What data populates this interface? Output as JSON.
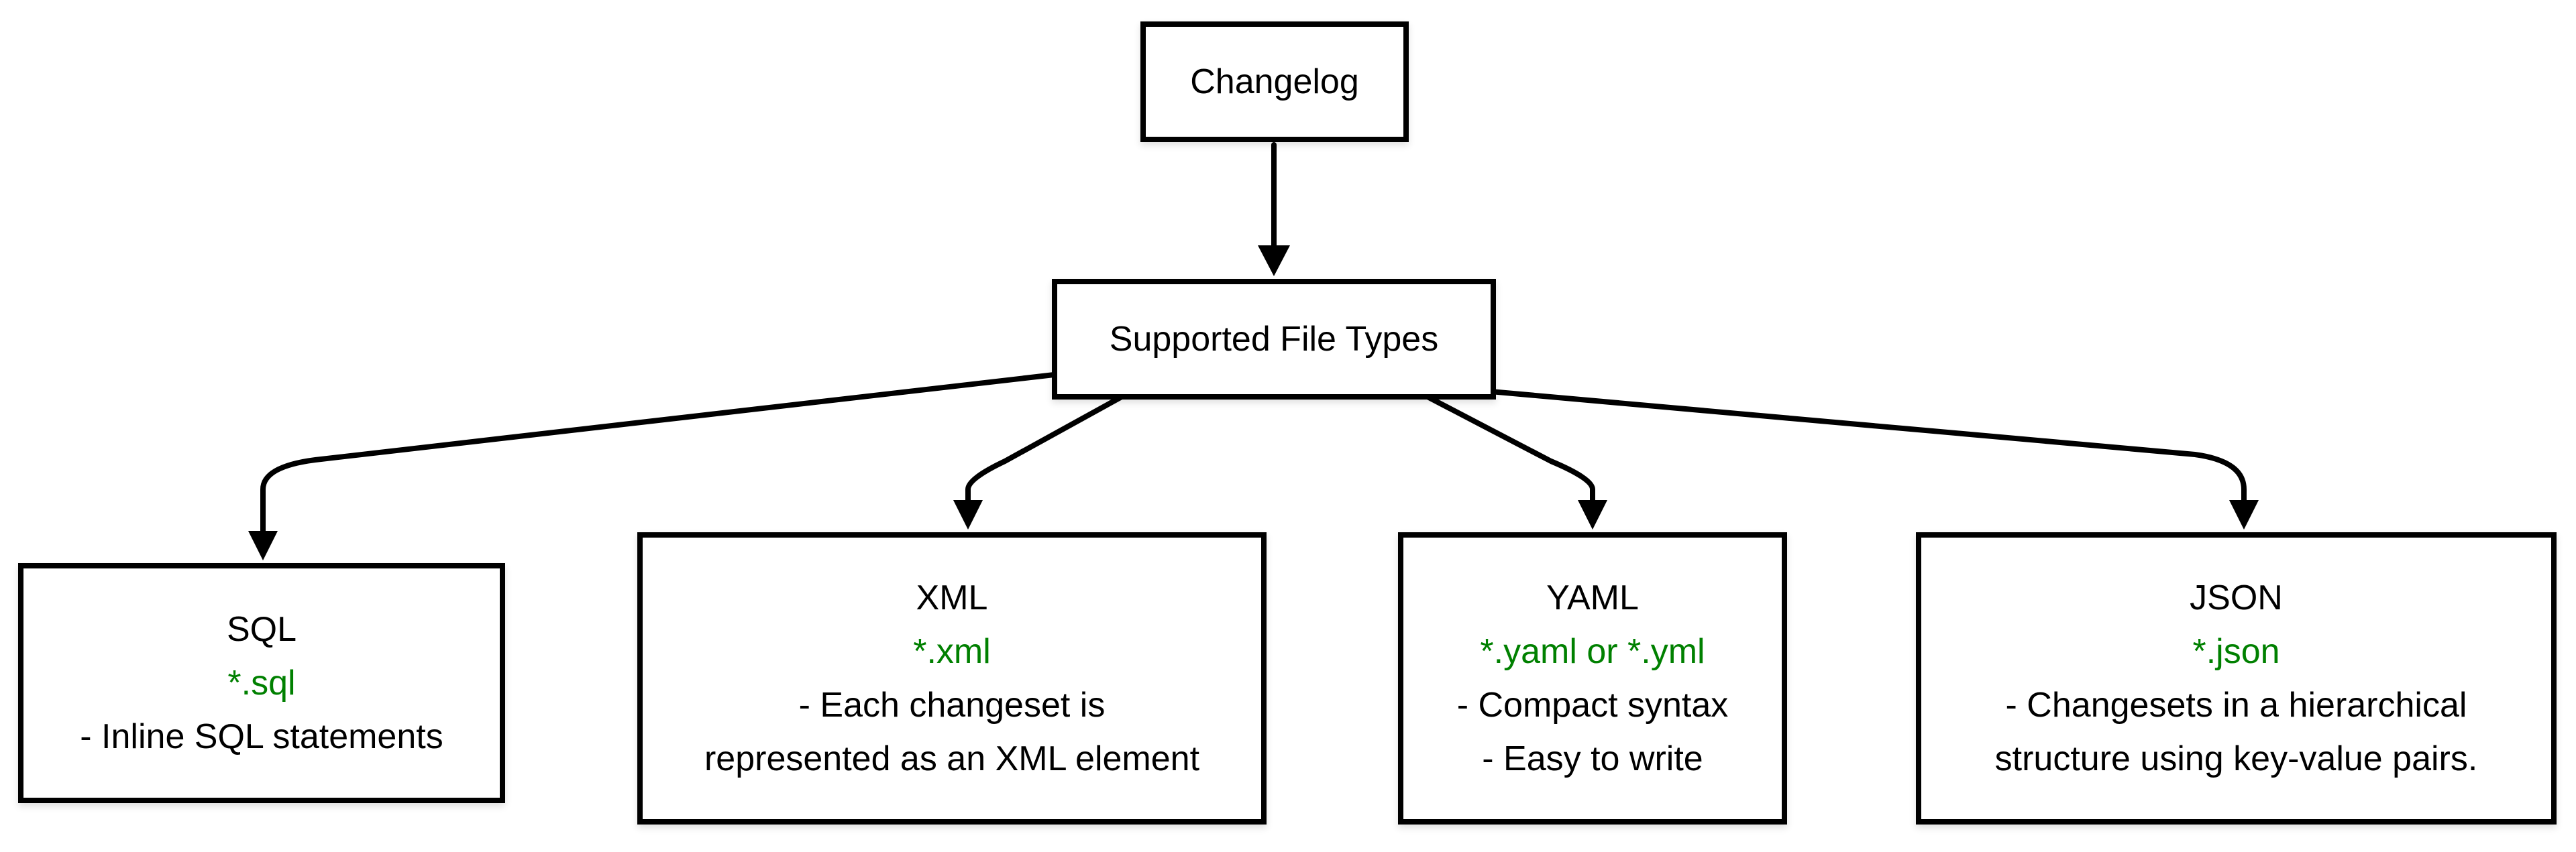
{
  "diagram_title": "Changelog Supported File Types",
  "colors": {
    "node_border": "#000000",
    "node_background": "#ffffff",
    "text": "#000000",
    "pattern_green": "#008000",
    "edge": "#000000",
    "page_background": "#ffffff"
  },
  "nodes": {
    "changelog": {
      "label": "Changelog"
    },
    "supported_file_types": {
      "label": "Supported File Types"
    },
    "sql": {
      "title": "SQL",
      "pattern": "*.sql",
      "lines": [
        "- Inline SQL statements"
      ]
    },
    "xml": {
      "title": "XML",
      "pattern": "*.xml",
      "lines": [
        "- Each changeset is",
        "represented as an XML element"
      ]
    },
    "yaml": {
      "title": "YAML",
      "pattern": "*.yaml or *.yml",
      "lines": [
        "- Compact syntax",
        "- Easy to write"
      ]
    },
    "json": {
      "title": "JSON",
      "pattern": "*.json",
      "lines": [
        "- Changesets in a hierarchical",
        "structure using key-value pairs."
      ]
    }
  },
  "edges": [
    {
      "from": "Changelog",
      "to": "Supported File Types"
    },
    {
      "from": "Supported File Types",
      "to": "SQL"
    },
    {
      "from": "Supported File Types",
      "to": "XML"
    },
    {
      "from": "Supported File Types",
      "to": "YAML"
    },
    {
      "from": "Supported File Types",
      "to": "JSON"
    }
  ]
}
